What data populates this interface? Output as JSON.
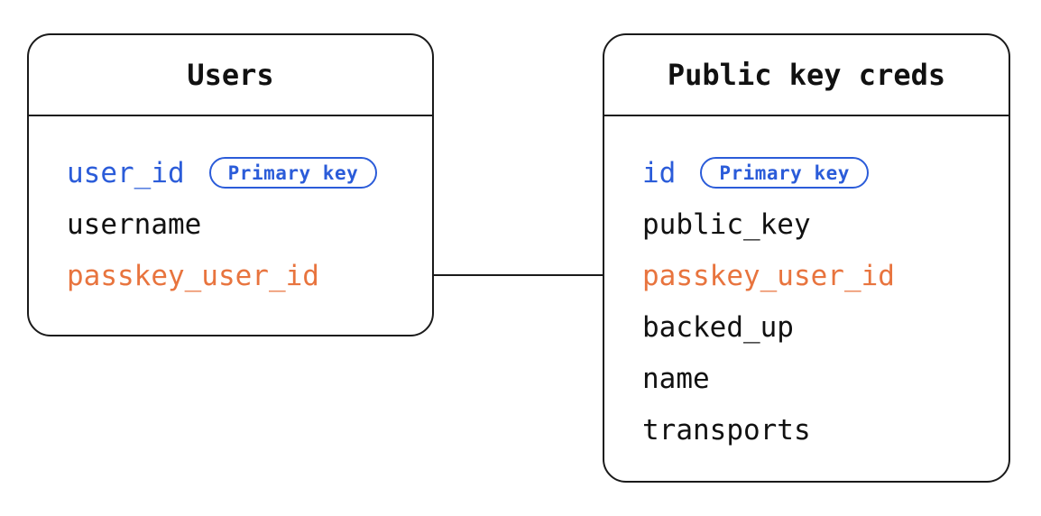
{
  "colors": {
    "blue": "#2b5cd9",
    "orange": "#e8743e",
    "text": "#111111",
    "border": "#1a1a1a",
    "background": "#ffffff"
  },
  "tables": [
    {
      "title": "Users",
      "fields": [
        {
          "name": "user_id",
          "role": "primary",
          "badge": "Primary key"
        },
        {
          "name": "username",
          "role": "normal"
        },
        {
          "name": "passkey_user_id",
          "role": "foreign"
        }
      ]
    },
    {
      "title": "Public key creds",
      "fields": [
        {
          "name": "id",
          "role": "primary",
          "badge": "Primary key"
        },
        {
          "name": "public_key",
          "role": "normal"
        },
        {
          "name": "passkey_user_id",
          "role": "foreign"
        },
        {
          "name": "backed_up",
          "role": "normal"
        },
        {
          "name": "name",
          "role": "normal"
        },
        {
          "name": "transports",
          "role": "normal"
        }
      ]
    }
  ],
  "relationship": {
    "from": "Users.passkey_user_id",
    "to": "Public key creds.passkey_user_id"
  }
}
